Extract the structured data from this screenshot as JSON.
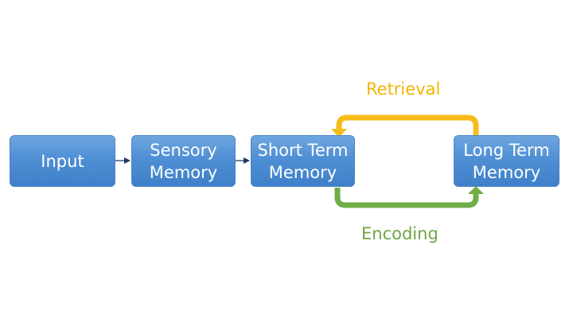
{
  "colors": {
    "node_fill": "#4f8fd4",
    "node_text": "#ffffff",
    "retrieval": "#f7bc1a",
    "encoding": "#70ad47",
    "arrow_small": "#1f3760"
  },
  "nodes": {
    "input": "Input",
    "sensory": "Sensory Memory",
    "short_term": "Short Term Memory",
    "long_term": "Long Term Memory"
  },
  "edges": {
    "retrieval": "Retrieval",
    "encoding": "Encoding"
  }
}
